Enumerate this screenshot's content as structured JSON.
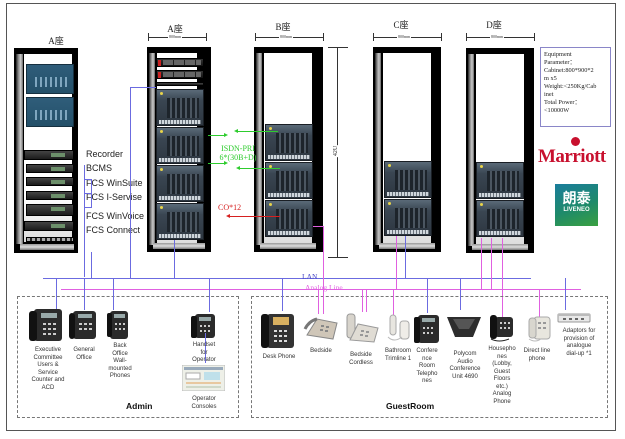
{
  "racks": {
    "left_a": {
      "label": "A座"
    },
    "a": {
      "label": "A座",
      "width_dim": "800mm"
    },
    "b": {
      "label": "B座",
      "width_dim": "800mm",
      "height_dim": "42U"
    },
    "c": {
      "label": "C座",
      "width_dim": "800mm"
    },
    "d": {
      "label": "D座",
      "width_dim": "800mm"
    }
  },
  "left_rack_devices": [
    {
      "label": "Recorder"
    },
    {
      "label": "BCMS"
    },
    {
      "label": "FCS WinSuite"
    },
    {
      "label": "FCS I-Servise"
    },
    {
      "label": "FCS WinVoice"
    },
    {
      "label": "FCS Connect"
    }
  ],
  "links": {
    "isdn": "ISDN-PRI\n6*(30B+D)",
    "isdn_line1": "ISDN-PRI",
    "isdn_line2": "6*(30B+D)",
    "co": "CO*12",
    "lan": "LAN",
    "analog": "Analog Line"
  },
  "equipment_parameters": {
    "lines": [
      "Equipment",
      "Parameter：",
      "Cabinet:800*900*2",
      "m x5",
      "Weight:<250Kg/Cab",
      "inet",
      "Total Power：",
      "<10000W"
    ]
  },
  "logos": {
    "marriott": "Marriott",
    "liveneo_cn": "朗泰",
    "liveneo_en": "LIVENEO"
  },
  "admin": {
    "title": "Admin",
    "endpoints": [
      {
        "label": "Executive\nCommittee\nUsers &\nService\nCounter and\nACD",
        "icon": "ip-phone-icon"
      },
      {
        "label": "General\nOffice",
        "icon": "ip-phone-icon"
      },
      {
        "label": "Back\nOffice\nWall-\nmounted\nPhones",
        "icon": "ip-phone-icon"
      },
      {
        "label": "Handset\nfor\nOperator",
        "icon": "ip-phone-icon"
      },
      {
        "label": "Operator\nConsoles",
        "icon": "operator-console-icon"
      }
    ]
  },
  "guestroom": {
    "title": "GuestRoom",
    "endpoints": [
      {
        "label": "Desk Phone",
        "icon": "desk-phone-icon"
      },
      {
        "label": "Bedside",
        "icon": "analog-phone-icon"
      },
      {
        "label": "Bedside\nCordless",
        "icon": "cordless-phone-icon"
      },
      {
        "label": "Bathroom\nTrimline 1",
        "icon": "trimline-phone-icon"
      },
      {
        "label": "Confere\nnce\nRoom\nTelepho\nnes",
        "icon": "ip-phone-icon"
      },
      {
        "label": "Polycom\nAudio\nConference\nUnit 4690",
        "icon": "conference-unit-icon"
      },
      {
        "label": "Housepho\nnes\n(Lobby,\nGuest\nFloors\netc.)\nAnalog\nPhone",
        "icon": "analog-phone-icon"
      },
      {
        "label": "Direct line\nphone",
        "icon": "direct-line-phone-icon"
      },
      {
        "label": "Adaptors for\nprovision of\nanalogue\ndial-up *1",
        "icon": "adaptor-icon"
      }
    ]
  },
  "colors": {
    "lan": "#6b6be0",
    "analog": "#e060e0",
    "isdn": "#2ecc2e",
    "co": "#d62020",
    "marriott": "#c8102e"
  }
}
